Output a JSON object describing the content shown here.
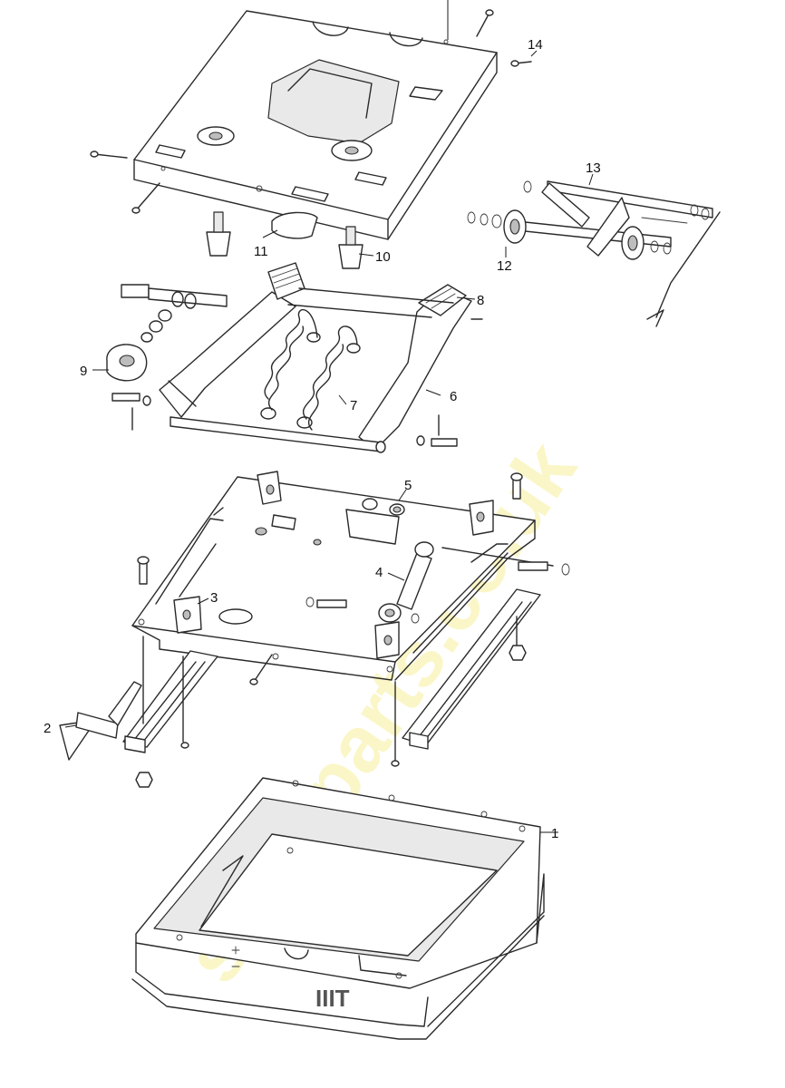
{
  "watermark": "seatsparts.co.uk",
  "brand_mark": "IIIT",
  "callouts": [
    {
      "id": "c1",
      "label": "1"
    },
    {
      "id": "c2",
      "label": "2"
    },
    {
      "id": "c3",
      "label": "3"
    },
    {
      "id": "c4",
      "label": "4"
    },
    {
      "id": "c5",
      "label": "5"
    },
    {
      "id": "c6",
      "label": "6"
    },
    {
      "id": "c7",
      "label": "7"
    },
    {
      "id": "c8",
      "label": "8"
    },
    {
      "id": "c9",
      "label": "9"
    },
    {
      "id": "c10",
      "label": "10"
    },
    {
      "id": "c11",
      "label": "11"
    },
    {
      "id": "c12",
      "label": "12"
    },
    {
      "id": "c13",
      "label": "13"
    },
    {
      "id": "c14",
      "label": "14"
    }
  ]
}
